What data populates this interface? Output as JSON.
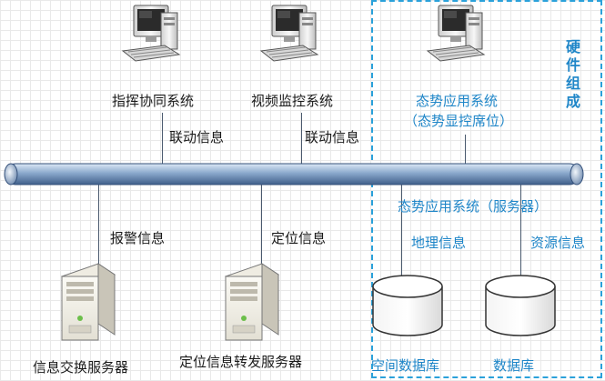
{
  "hardware_zone": {
    "label_chars": [
      "硬",
      "件",
      "组",
      "成"
    ]
  },
  "nodes": {
    "command_system": {
      "label": "指挥协同系统"
    },
    "video_system": {
      "label": "视频监控系统"
    },
    "situation_client": {
      "label_line1": "态势应用系统",
      "label_line2": "（态势显控席位）"
    },
    "situation_server": {
      "label": "态势应用系统（服务器）"
    },
    "info_exchange_server": {
      "label": "信息交换服务器"
    },
    "location_forward_server": {
      "label": "定位信息转发服务器"
    },
    "spatial_db": {
      "label": "空间数据库"
    },
    "db": {
      "label": "数据库"
    }
  },
  "links": {
    "linkage_1": "联动信息",
    "linkage_2": "联动信息",
    "alarm": "报警信息",
    "location": "定位信息",
    "geo": "地理信息",
    "resource": "资源信息"
  },
  "colors": {
    "bus": "#8aa8cc",
    "zone_border": "#2aa1da",
    "highlight_text": "#1f86c8"
  }
}
